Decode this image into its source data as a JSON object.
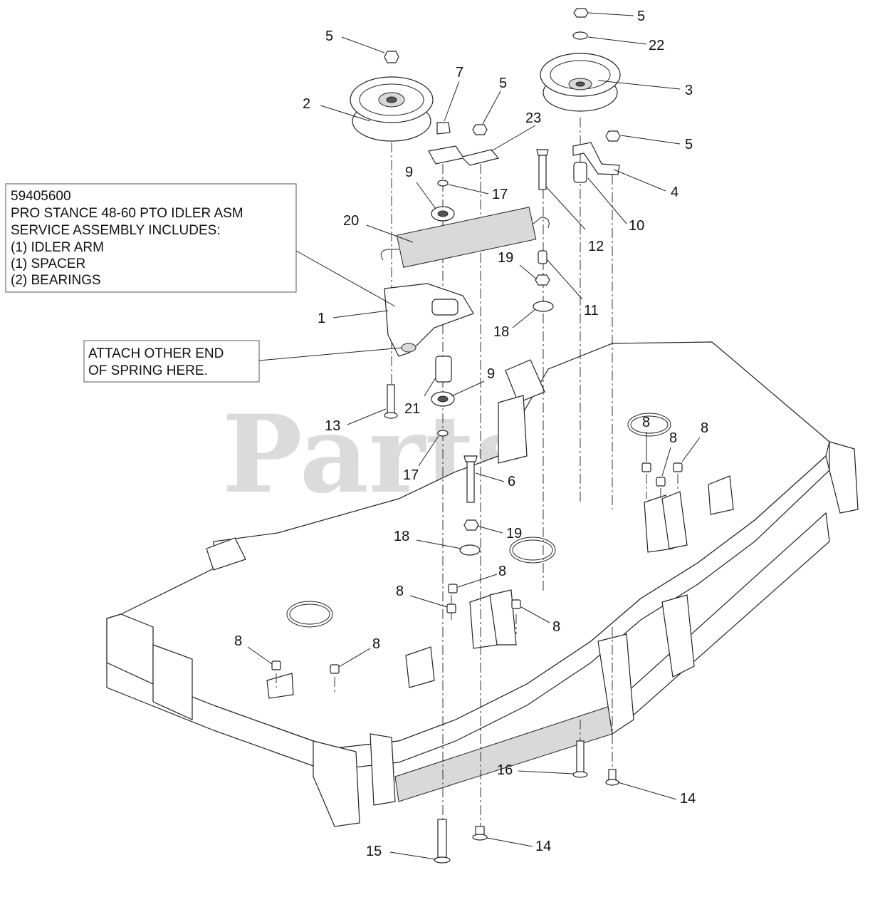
{
  "watermark": "PartsTree",
  "note_box": {
    "lines": [
      "59405600",
      "PRO STANCE 48-60 PTO IDLER ASM",
      "SERVICE ASSEMBLY INCLUDES:",
      "(1) IDLER ARM",
      "(1) SPACER",
      "(2) BEARINGS"
    ]
  },
  "attach_note": {
    "lines": [
      "ATTACH OTHER END",
      "OF SPRING HERE."
    ]
  },
  "callouts": [
    "5",
    "5",
    "22",
    "7",
    "5",
    "3",
    "2",
    "23",
    "5",
    "4",
    "9",
    "17",
    "12",
    "10",
    "20",
    "19",
    "11",
    "1",
    "18",
    "9",
    "21",
    "13",
    "8",
    "8",
    "8",
    "17",
    "6",
    "19",
    "18",
    "8",
    "8",
    "8",
    "8",
    "8",
    "16",
    "14",
    "15",
    "14"
  ]
}
